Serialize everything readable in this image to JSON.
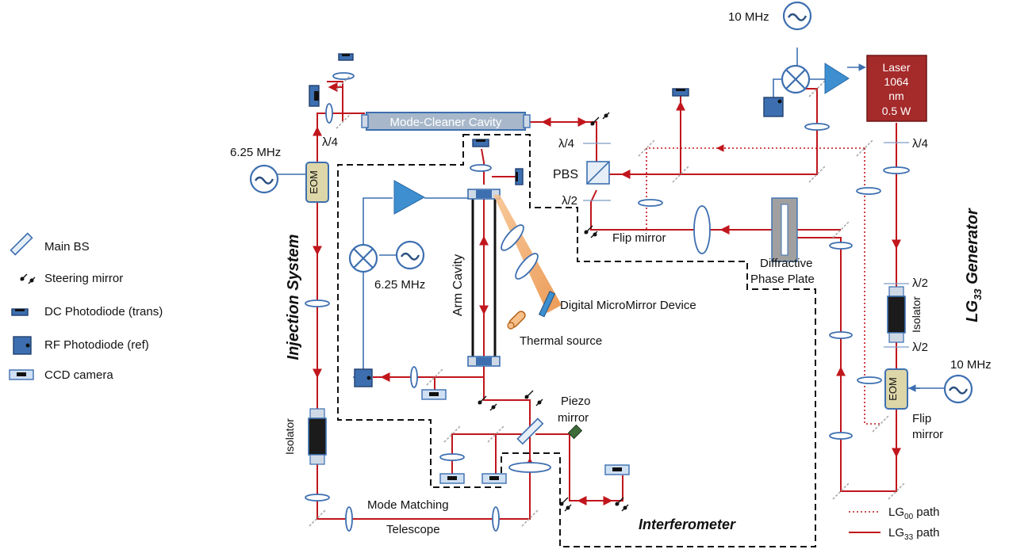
{
  "labels": {
    "mhz10_top": "10 MHz",
    "laser_line1": "Laser",
    "laser_line2": "1064",
    "laser_line3": "nm",
    "laser_line4": "0.5 W",
    "mode_cleaner": "Mode-Cleaner Cavity",
    "qwp_left": "λ/4",
    "qwp_pbs": "λ/4",
    "hwp_pbs": "λ/2",
    "qwp_right": "λ/4",
    "pbs": "PBS",
    "mhz625_left": "6.25 MHz",
    "mhz625_arm": "6.25 MHz",
    "eom_left": "EOM",
    "eom_right": "EOM",
    "flip_mirror_top": "Flip mirror",
    "diffractive_line1": "Diffractive",
    "diffractive_line2": "Phase Plate",
    "arm_cavity": "Arm Cavity",
    "dmd": "Digital MicroMirror Device",
    "thermal_source": "Thermal source",
    "injection_system": "Injection System",
    "lg33_generator_prefix": "LG",
    "lg33_generator_sub": "33",
    "lg33_generator_suffix": " Generator",
    "isolator_left": "Isolator",
    "isolator_right": "Isolator",
    "hwp_right_top": "λ/2",
    "hwp_right_bottom": "λ/2",
    "mhz10_right": "10 MHz",
    "flip_line1": "Flip",
    "flip_line2": "mirror",
    "piezo_line1": "Piezo",
    "piezo_line2": "mirror",
    "mode_matching": "Mode Matching",
    "telescope": "Telescope",
    "interferometer": "Interferometer"
  },
  "legend": {
    "items": [
      {
        "label": "Main BS",
        "icon": "main-bs-icon"
      },
      {
        "label": "Steering mirror",
        "icon": "steering-mirror-icon"
      },
      {
        "label": "DC Photodiode (trans)",
        "icon": "dc-photodiode-icon"
      },
      {
        "label": "RF Photodiode (ref)",
        "icon": "rf-photodiode-icon"
      },
      {
        "label": "CCD camera",
        "icon": "ccd-camera-icon"
      }
    ],
    "paths": [
      {
        "prefix": "LG",
        "sub": "00",
        "suffix": " path",
        "style": "dotted"
      },
      {
        "prefix": "LG",
        "sub": "33",
        "suffix": " path",
        "style": "solid"
      }
    ]
  },
  "colors": {
    "beam": "#c0161c",
    "optics": "#3d6fb0",
    "laser_box": "#a52a2a",
    "amplifier": "#3d8fd0",
    "eom": "#ddd6a8",
    "thermal": "#f0a050"
  }
}
